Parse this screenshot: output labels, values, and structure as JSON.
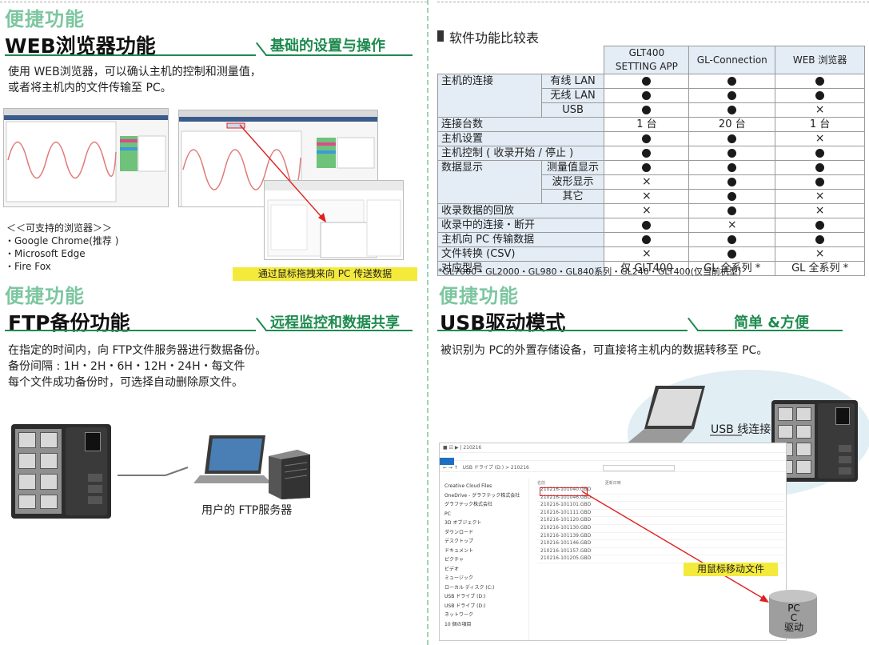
{
  "colors": {
    "accent_green": "#1e8a4f",
    "kicker_green": "#7cc6a0",
    "highlight_yellow": "#f4ea3b",
    "arrow_red": "#e02020"
  },
  "web": {
    "kicker": "便捷功能",
    "title": "WEB浏览器功能",
    "tag": "基础的设置与操作",
    "desc_line1": "使用 WEB浏览器，可以确认主机的控制和测量值，",
    "desc_line2": "或者将主机内的文件传输至 PC。",
    "browsers_heading": "＜＜可支持的浏览器＞＞",
    "browsers": [
      "・Google Chrome(推荐 )",
      "・Microsoft Edge",
      "・Fire Fox"
    ],
    "drag_label": "通过鼠标拖拽来向 PC 传送数据"
  },
  "ftp": {
    "kicker": "便捷功能",
    "title": "FTP备份功能",
    "tag": "远程监控和数据共享",
    "desc_line1": "在指定的时间内，向 FTP文件服务器进行数据备份。",
    "desc_line2": "备份间隔 : 1H・2H・6H・12H・24H・每文件",
    "desc_line3": "每个文件成功备份时，可选择自动删除原文件。",
    "server_label": "用户的 FTP服务器"
  },
  "compare": {
    "heading": "软件功能比较表",
    "columns": [
      "GLT400 SETTING APP",
      "GL-Connection",
      "WEB 浏览器"
    ],
    "rows": [
      {
        "label": "主机的连接",
        "sub": "有线 LAN",
        "vals": [
          "dot",
          "dot",
          "dot"
        ]
      },
      {
        "label": "",
        "sub": "无线 LAN",
        "vals": [
          "dot",
          "dot",
          "dot"
        ]
      },
      {
        "label": "",
        "sub": "USB",
        "vals": [
          "dot",
          "dot",
          "cross"
        ]
      },
      {
        "label": "连接台数",
        "sub": "",
        "vals": [
          "1 台",
          "20 台",
          "1 台"
        ]
      },
      {
        "label": "主机设置",
        "sub": "",
        "vals": [
          "dot",
          "dot",
          "cross"
        ]
      },
      {
        "label": "主机控制 ( 收录开始 / 停止 )",
        "sub": "",
        "vals": [
          "dot",
          "dot",
          "dot"
        ]
      },
      {
        "label": "数据显示",
        "sub": "测量值显示",
        "vals": [
          "dot",
          "dot",
          "dot"
        ]
      },
      {
        "label": "",
        "sub": "波形显示",
        "vals": [
          "cross",
          "dot",
          "dot"
        ]
      },
      {
        "label": "",
        "sub": "其它",
        "vals": [
          "cross",
          "dot",
          "cross"
        ]
      },
      {
        "label": "收录数据的回放",
        "sub": "",
        "vals": [
          "cross",
          "dot",
          "cross"
        ]
      },
      {
        "label": "收录中的连接・断开",
        "sub": "",
        "vals": [
          "dot",
          "cross",
          "dot"
        ]
      },
      {
        "label": "主机向 PC 传输数据",
        "sub": "",
        "vals": [
          "dot",
          "dot",
          "dot"
        ]
      },
      {
        "label": "文件转换 (CSV)",
        "sub": "",
        "vals": [
          "cross",
          "dot",
          "cross"
        ]
      },
      {
        "label": "对应型号",
        "sub": "",
        "vals": [
          "仅 GLT400",
          "GL 全系列 *",
          "GL 全系列 *"
        ]
      }
    ],
    "footnote": "*GL7000・GL2000・GL980・GL840系列・GL240・GLT400(仅当前机型)"
  },
  "usb": {
    "kicker": "便捷功能",
    "title": "USB驱动模式",
    "tag": "简单 &方便",
    "desc": "被识别为 PC的外置存储设备，可直接将主机内的数据转移至 PC。",
    "cable_label": "USB 线连接",
    "move_label": "用鼠标移动文件",
    "drive_line1": "PC",
    "drive_line2": "C",
    "drive_line3": "驱动"
  },
  "explorer": {
    "path": "USB ドライブ (D:) > 210216",
    "sidebar": [
      "Creative Cloud Files",
      "OneDrive - グラフテック株式会社",
      "グラフテック株式会社",
      "PC",
      "3D オブジェクト",
      "ダウンロード",
      "デスクトップ",
      "ドキュメント",
      "ピクチャ",
      "ビデオ",
      "ミュージック",
      "ローカル ディスク (C:)",
      "USB ドライブ (D:)",
      "USB ドライブ (D:)",
      "ネットワーク",
      "10 個の項目"
    ],
    "files": [
      "210216-101040.GBD",
      "210216-101046.GBD",
      "210216-101101.GBD",
      "210216-101111.GBD",
      "210216-101120.GBD",
      "210216-101130.GBD",
      "210216-101139.GBD",
      "210216-101146.GBD",
      "210216-101157.GBD",
      "210216-101205.GBD"
    ]
  }
}
